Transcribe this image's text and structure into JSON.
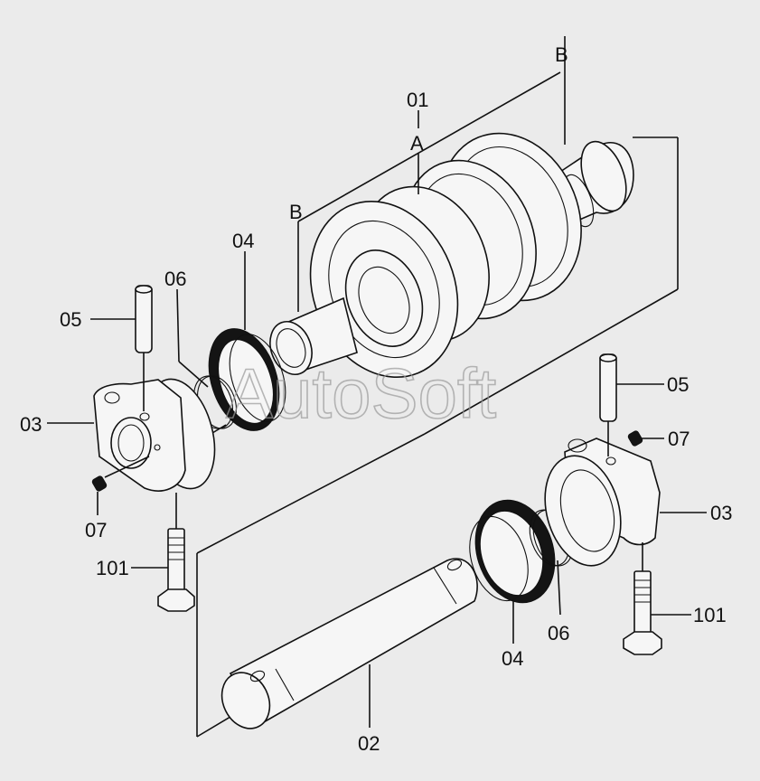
{
  "watermark": "AutoSoft",
  "labels": {
    "p01": "01",
    "pA": "A",
    "pB_left": "B",
    "pB_right": "B",
    "p04_top": "04",
    "p06_top": "06",
    "p05_left": "05",
    "p03_left": "03",
    "p07_left": "07",
    "p101_left": "101",
    "p05_right": "05",
    "p07_right": "07",
    "p03_right": "03",
    "p101_right": "101",
    "p04_bottom": "04",
    "p06_bottom": "06",
    "p02": "02"
  }
}
